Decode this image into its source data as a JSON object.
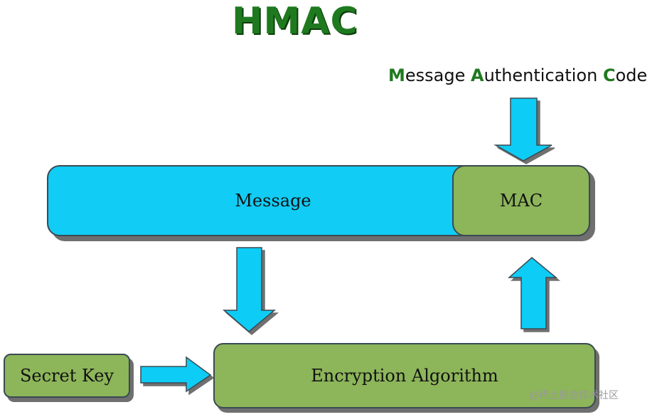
{
  "title": "HMAC",
  "mac_label": {
    "part1_cap": "M",
    "part1_rest": "essage ",
    "part2_cap": "A",
    "part2_rest": "uthentication ",
    "part3_cap": "C",
    "part3_rest": "ode"
  },
  "boxes": {
    "message": "Message",
    "mac": "MAC",
    "secret_key": "Secret Key",
    "encryption": "Encryption Algorithm"
  },
  "watermark": "@稀土掘金技术社区",
  "colors": {
    "blue": "#11ccf5",
    "green": "#8db55a",
    "title_green": "#1f7a1f"
  }
}
